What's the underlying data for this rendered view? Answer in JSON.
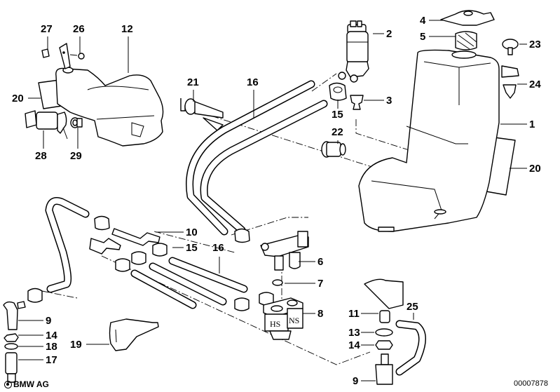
{
  "diagram": {
    "title": "Windshield / headlight washer system parts diagram",
    "brand": "BMW AG",
    "document_id": "00007878",
    "solenoid_markings": [
      "HS",
      "NS"
    ],
    "labels": [
      {
        "id": "1",
        "text": "1",
        "part": "washer-fluid-reservoir"
      },
      {
        "id": "2",
        "text": "2",
        "part": "washer-pump"
      },
      {
        "id": "3",
        "text": "3",
        "part": "grommet"
      },
      {
        "id": "4",
        "text": "4",
        "part": "filler-cap"
      },
      {
        "id": "5",
        "text": "5",
        "part": "filter-screen"
      },
      {
        "id": "6",
        "text": "6",
        "part": "t-connector-valve"
      },
      {
        "id": "7",
        "text": "7",
        "part": "o-ring"
      },
      {
        "id": "8",
        "text": "8",
        "part": "solenoid-valve"
      },
      {
        "id": "9a",
        "text": "9",
        "part": "spray-nozzle-left"
      },
      {
        "id": "9b",
        "text": "9",
        "part": "spray-nozzle-right"
      },
      {
        "id": "10",
        "text": "10",
        "part": "hose-connector"
      },
      {
        "id": "11",
        "text": "11",
        "part": "nozzle-insert"
      },
      {
        "id": "12",
        "text": "12",
        "part": "expansion-tank"
      },
      {
        "id": "13",
        "text": "13",
        "part": "washer"
      },
      {
        "id": "14a",
        "text": "14",
        "part": "hex-nut-left"
      },
      {
        "id": "14b",
        "text": "14",
        "part": "hex-nut-right"
      },
      {
        "id": "15a",
        "text": "15",
        "part": "hose-clamp-top"
      },
      {
        "id": "15b",
        "text": "15",
        "part": "hose-clamp-middle"
      },
      {
        "id": "16a",
        "text": "16",
        "part": "water-hose-top"
      },
      {
        "id": "16b",
        "text": "16",
        "part": "water-hose-middle"
      },
      {
        "id": "17",
        "text": "17",
        "part": "nozzle-sleeve"
      },
      {
        "id": "18",
        "text": "18",
        "part": "spring-washer"
      },
      {
        "id": "19",
        "text": "19",
        "part": "hose-holder"
      },
      {
        "id": "20a",
        "text": "20",
        "part": "insulation-left"
      },
      {
        "id": "20b",
        "text": "20",
        "part": "insulation-right"
      },
      {
        "id": "21",
        "text": "21",
        "part": "level-sensor"
      },
      {
        "id": "22",
        "text": "22",
        "part": "plug-grommet"
      },
      {
        "id": "23",
        "text": "23",
        "part": "expanding-rivet"
      },
      {
        "id": "24",
        "text": "24",
        "part": "plastic-nut"
      },
      {
        "id": "25",
        "text": "25",
        "part": "hose-line"
      },
      {
        "id": "26",
        "text": "26",
        "part": "screw"
      },
      {
        "id": "27",
        "text": "27",
        "part": "clip-nut"
      },
      {
        "id": "28",
        "text": "28",
        "part": "pump-motor"
      },
      {
        "id": "29",
        "text": "29",
        "part": "rubber-grommet"
      }
    ]
  }
}
